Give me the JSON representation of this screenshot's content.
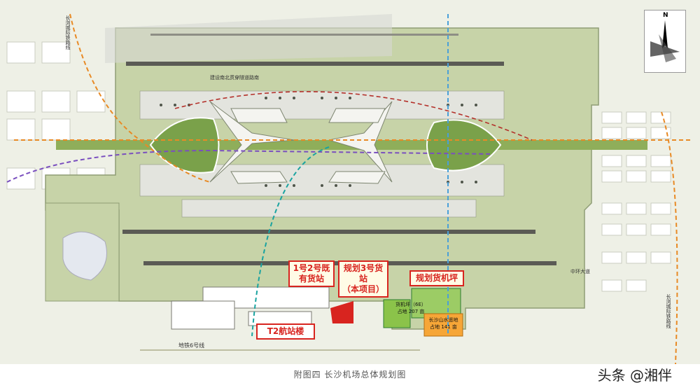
{
  "caption": "附图四  长沙机场总体规划图",
  "watermark": "头条 @湘伴",
  "compass": {
    "north": "N"
  },
  "callouts": {
    "existing_cargo": [
      "1号2号既",
      "有货站"
    ],
    "planned_cargo_3": [
      "规划3号货站",
      "（本项目）"
    ],
    "planned_apron": "规划货机坪",
    "terminal_t2": "T2航站楼"
  },
  "labels": {
    "tunnel": "建设南北贯穿隧道路南",
    "metro6": "地铁6号线",
    "cargo_apron": "货机坪（6E）",
    "cargo_apron_area": "占地 207 亩",
    "changsha_land": "长沙山水遥地",
    "changsha_land_area": "占地 141 亩",
    "zhonghuan": "中环大道",
    "changji": "长浏城际铁路线",
    "north_rail": "长浏城际铁路线"
  },
  "colors": {
    "background": "#dfe6d2",
    "airfield": "#b9c89a",
    "callout_border": "#d8241f",
    "runway": "#5b5b55"
  }
}
